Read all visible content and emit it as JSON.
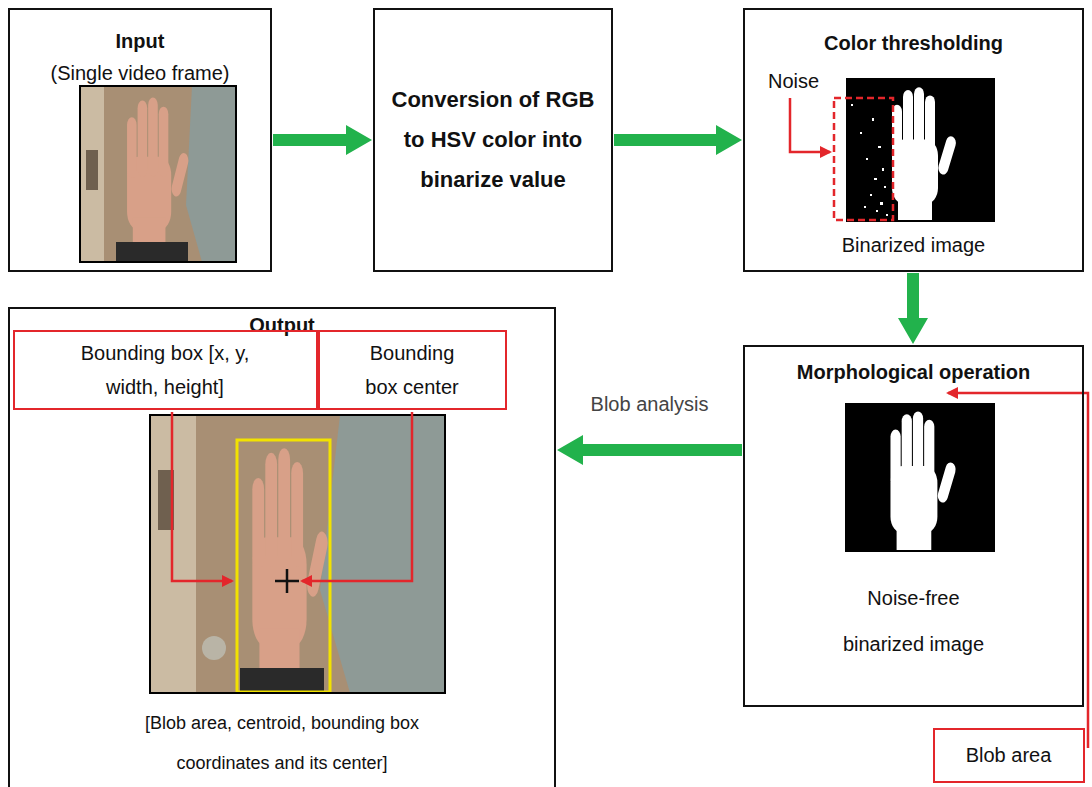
{
  "diagram": {
    "nodes": [
      {
        "text": [
          "Input",
          "(Single video frame)"
        ]
      },
      {
        "text": [
          "Conversion of RGB to HSV color into binarize value"
        ]
      },
      {
        "text": [
          "Color thresholding",
          "Binarized image"
        ]
      },
      {
        "text": [
          "Morphological operation",
          "Noise-free binarized image"
        ]
      },
      {
        "text": [
          "Output",
          "[Blob area, centroid, bounding box coordinates and its center]"
        ]
      },
      {
        "text": [
          "Bounding box [x, y, width, height]"
        ],
        "in": 4
      },
      {
        "text": [
          "Bounding box center"
        ],
        "in": 4
      },
      {
        "text": [
          "Blob area"
        ]
      }
    ],
    "edges": [
      {
        "from": 0,
        "to": 1,
        "arrow": "to"
      },
      {
        "from": 1,
        "to": 2,
        "arrow": "to"
      },
      {
        "from": 2,
        "to": 3,
        "arrow": "to"
      },
      {
        "from": 3,
        "to": 4,
        "arrow": "to",
        "label": "Blob analysis"
      }
    ],
    "labels": [
      "Noise"
    ]
  }
}
